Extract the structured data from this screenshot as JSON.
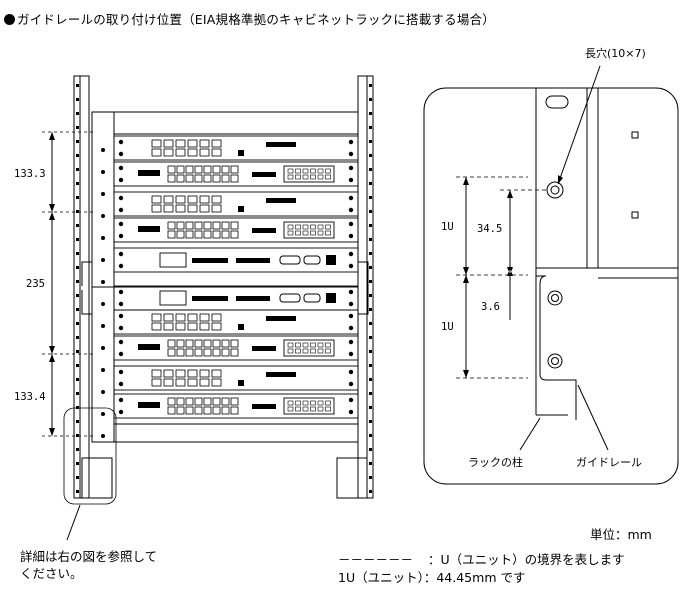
{
  "title": "ガイドレールの取り付け位置（EIA規格準拠のキャビネットラックに搭載する場合）",
  "left_figure": {
    "dimensions": [
      "133.3",
      "235",
      "133.4"
    ],
    "note_line1": "詳細は右の図を参照して",
    "note_line2": "ください。"
  },
  "right_figure": {
    "slot_label": "長穴(10×7)",
    "unit_upper": "1U",
    "unit_lower": "1U",
    "dim_upper": "34.5",
    "dim_lower": "3.6",
    "rack_post_label": "ラックの柱",
    "guide_rail_label": "ガイドレール"
  },
  "footer": {
    "unit": "単位：mm",
    "legend_dash": "－－－－－－",
    "legend_boundary": "：U（ユニット）の境界を表します",
    "legend_1u": "1U（ユニット）：44.45mm です"
  }
}
